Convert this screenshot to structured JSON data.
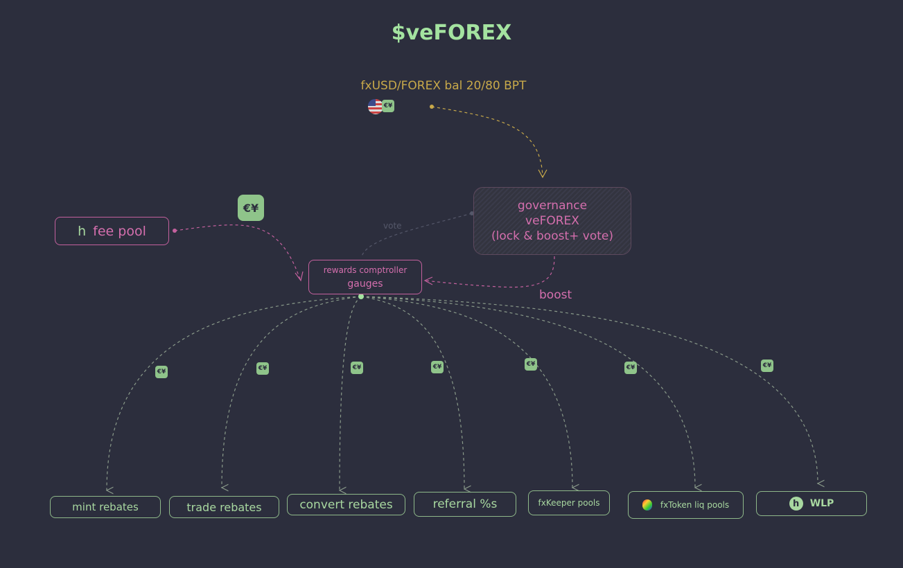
{
  "title": "$veFOREX",
  "bpt_label": "fxUSD/FOREX bal 20/80 BPT",
  "fee_pool": {
    "icon_glyph": "h",
    "label": "fee pool"
  },
  "governance": {
    "line1": "governance",
    "line2": "veFOREX",
    "line3": "(lock & boost+ vote)"
  },
  "rewards": {
    "line1": "rewards comptroller",
    "line2": "gauges"
  },
  "edge_labels": {
    "vote": "vote",
    "boost": "boost"
  },
  "targets": [
    {
      "label": "mint rebates"
    },
    {
      "label": "trade rebates"
    },
    {
      "label": "convert rebates"
    },
    {
      "label": "referral %s"
    },
    {
      "label": "fxKeeper pools"
    },
    {
      "label": "fxToken liq pools"
    },
    {
      "label": "WLP"
    }
  ],
  "icons": {
    "forex_cube": "forex-cube-icon",
    "cube_glyph": "€¥",
    "flag": "us-flag-icon"
  },
  "colors": {
    "background": "#2c2e3d",
    "green": "#a4e3a0",
    "pink": "#d56fae",
    "gold": "#c8a94a"
  }
}
